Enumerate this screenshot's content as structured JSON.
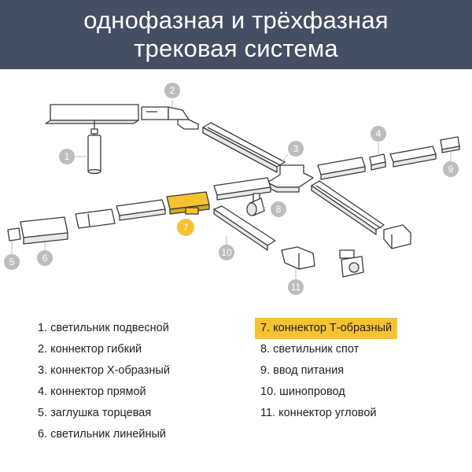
{
  "header": {
    "line1": "однофазная и трёхфазная",
    "line2": "трековая система"
  },
  "colors": {
    "header_bg": "#454f63",
    "highlight": "#f6c230",
    "callout_grey": "#bdbdbd",
    "outline": "#3a3a3a"
  },
  "callouts": [
    "1",
    "2",
    "3",
    "4",
    "5",
    "6",
    "7",
    "8",
    "9",
    "10",
    "11"
  ],
  "legend": {
    "left": [
      "1. светильник подвесной",
      "2. коннектор гибкий",
      "3. коннектор Х-образный",
      "4. коннектор прямой",
      "5. заглушка торцевая",
      "6. светильник линейный"
    ],
    "right": [
      "7. коннектор Т-образный",
      "8. светильник спот",
      "9. ввод питания",
      "10. шинопровод",
      "11. коннектор угловой"
    ],
    "highlighted_item": "7. коннектор Т-образный"
  }
}
